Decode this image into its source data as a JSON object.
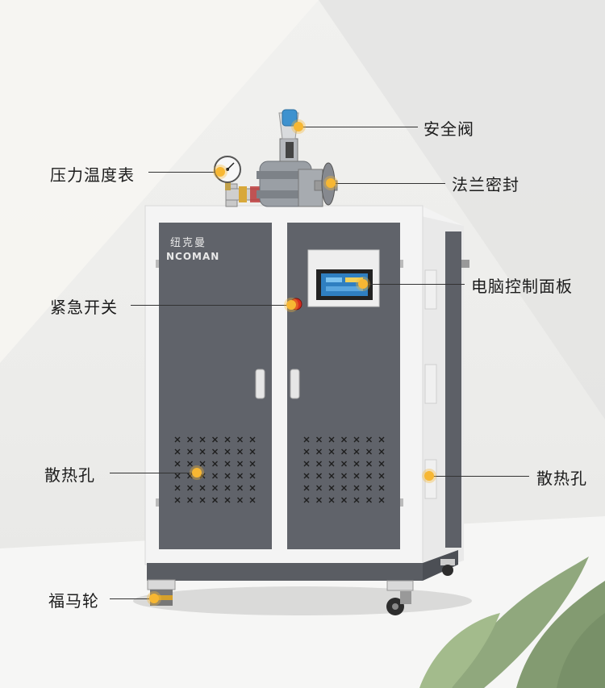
{
  "brand": {
    "chinese_name": "纽克曼",
    "english_name": "NCOMAN"
  },
  "callouts": [
    {
      "id": "safety-valve",
      "text": "安全阀"
    },
    {
      "id": "pressure-gauge",
      "text": "压力温度表"
    },
    {
      "id": "flange-seal",
      "text": "法兰密封"
    },
    {
      "id": "control-panel",
      "text": "电脑控制面板"
    },
    {
      "id": "emergency-switch",
      "text": "紧急开关"
    },
    {
      "id": "vent-left",
      "text": "散热孔"
    },
    {
      "id": "vent-right",
      "text": "散热孔"
    },
    {
      "id": "caster",
      "text": "福马轮"
    }
  ],
  "colors": {
    "cabinet_panel": "#5f6268",
    "cabinet_frame": "#f4f4f4",
    "callout_dot": "#f7b733",
    "emergency_button": "#d62b1f",
    "screen": "#2f7fc1"
  }
}
